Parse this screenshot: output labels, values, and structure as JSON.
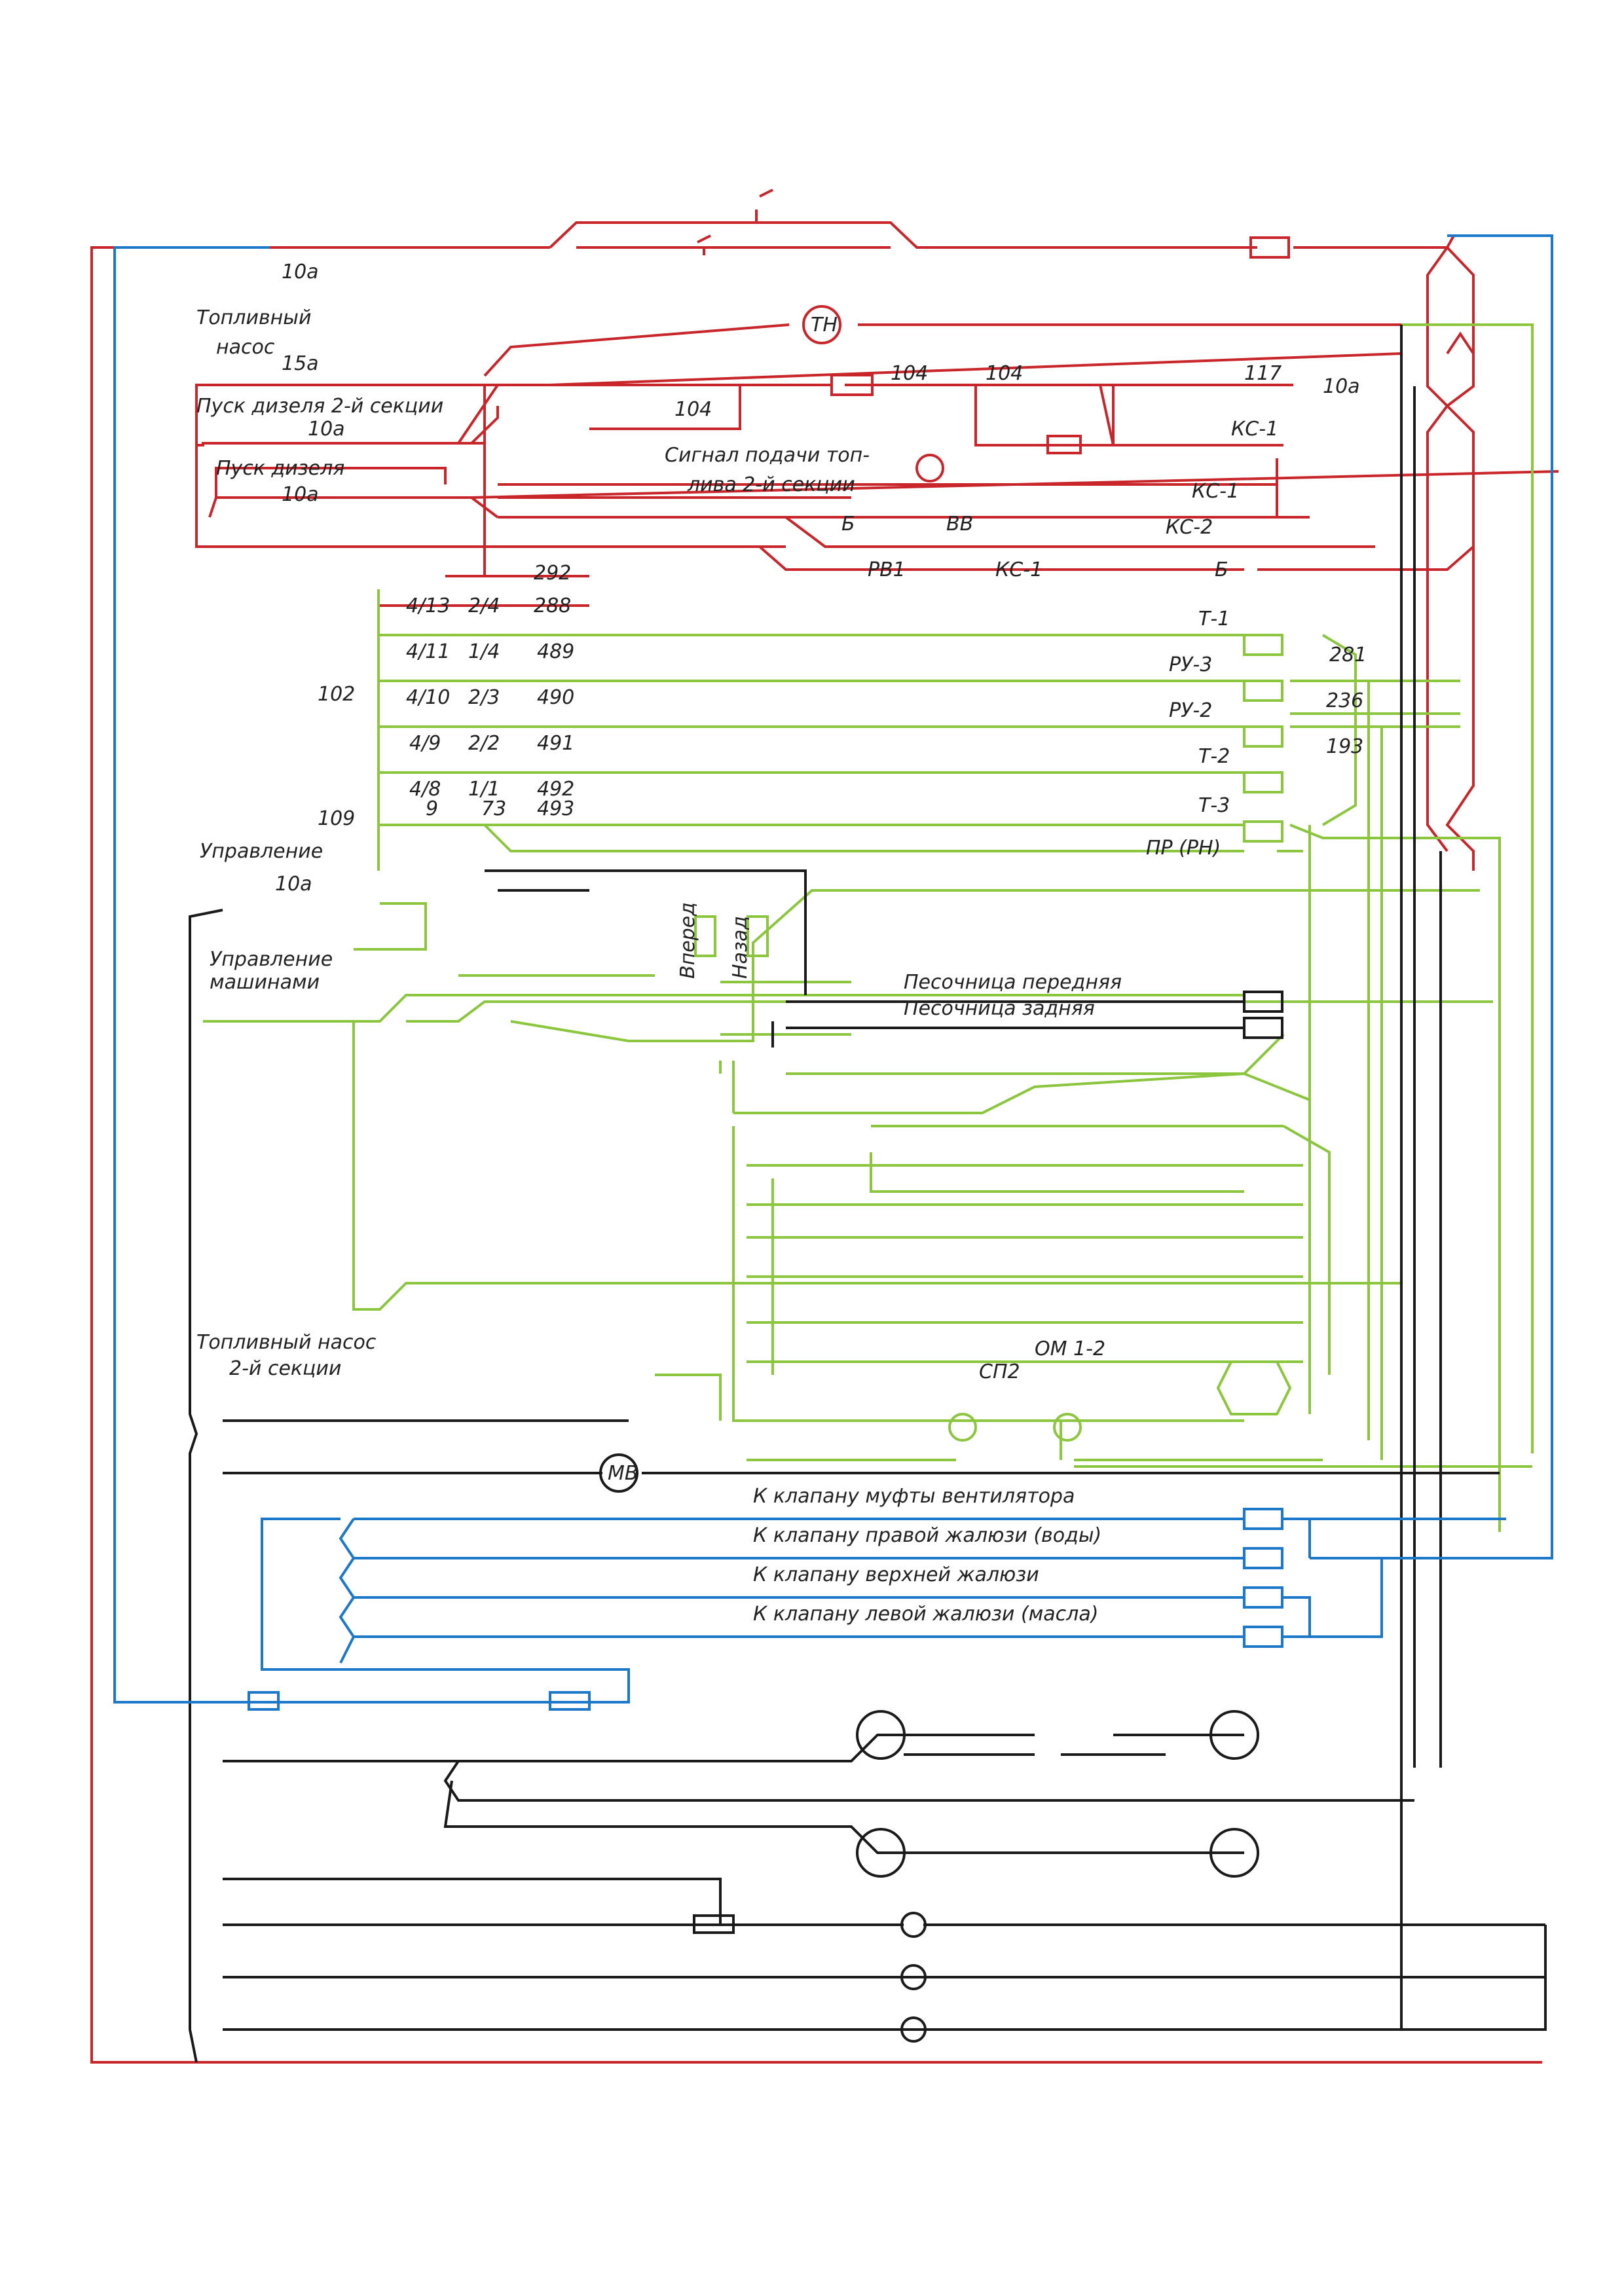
{
  "colors": {
    "red": "#c8262a",
    "green": "#8cc63f",
    "blue": "#1e78c8",
    "black": "#1a1a1a"
  },
  "labels": {
    "fuse_10a_top": "10а",
    "fuel_pump": "Топливный",
    "fuel_pump2": "насос",
    "fuse_15a": "15а",
    "start_diesel_2": "Пуск дизеля 2-й секции",
    "fuse_10a_2": "10а",
    "start_diesel": "Пуск дизеля",
    "fuse_10a_3": "10а",
    "tn": "ТН",
    "w104a": "104",
    "w104b": "104",
    "w104c": "104",
    "w117": "117",
    "fuse_10a_right": "10а",
    "ks1_top": "КС-1",
    "fuel_signal_1": "Сигнал подачи топ-",
    "fuel_signal_2": "лива 2-й секции",
    "ks1": "КС-1",
    "ks2": "КС-2",
    "b1": "Б",
    "vv": "ВВ",
    "rv1": "РВ1",
    "ks1b": "КС-1",
    "b2": "Б",
    "w292": "292",
    "w288": "288",
    "w413": "4/13",
    "w24": "2/4",
    "w411": "4/11",
    "w14": "1/4",
    "w489": "489",
    "w410": "4/10",
    "w23": "2/3",
    "w490": "490",
    "w49": "4/9",
    "w22": "2/2",
    "w491": "491",
    "w48": "4/8",
    "w11": "1/1",
    "w492": "492",
    "w9": "9",
    "w73": "73",
    "w493": "493",
    "w102": "102",
    "w109": "109",
    "t1": "Т-1",
    "ru3": "РУ-3",
    "ru2": "РУ-2",
    "t2": "Т-2",
    "t3": "Т-3",
    "pr": "ПР (РН)",
    "w281": "281",
    "w236": "236",
    "w193": "193",
    "control": "Управление",
    "fuse_10a_ctrl": "10а",
    "machine_ctrl_1": "Управление",
    "machine_ctrl_2": "машинами",
    "forward": "Вперед",
    "back": "Назад",
    "sand_front": "Песочница передняя",
    "sand_rear": "Песочница задняя",
    "om12": "ОМ 1-2",
    "sp2": "СП2",
    "fuel_pump_2sec_1": "Топливный насос",
    "fuel_pump_2sec_2": "2-й секции",
    "mv": "МВ",
    "valve_fan": "К клапану муфты вентилятора",
    "valve_right": "К клапану правой жалюзи (воды)",
    "valve_top": "К клапану верхней жалюзи",
    "valve_left": "К клапану левой жалюзи (масла)"
  }
}
